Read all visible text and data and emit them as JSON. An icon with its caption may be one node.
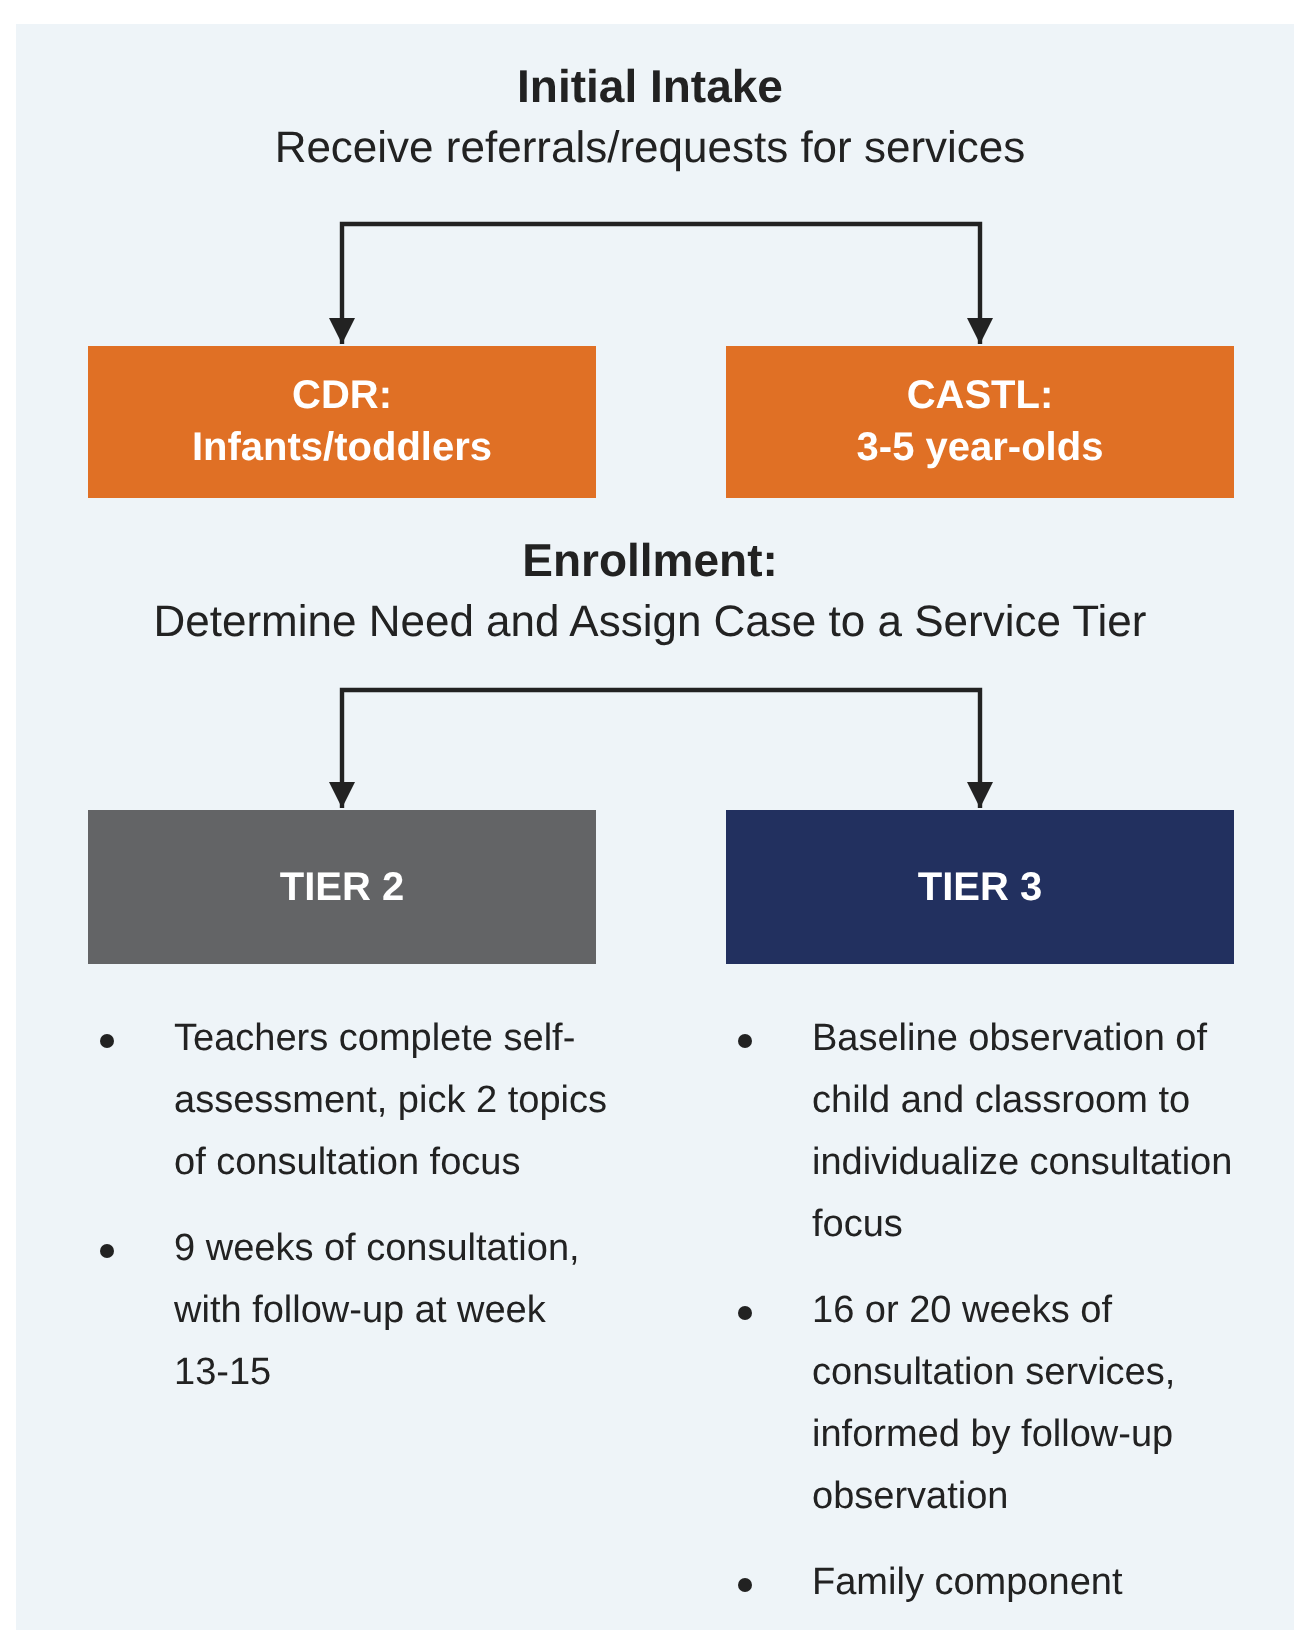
{
  "diagram": {
    "nodes": [
      {
        "text": [
          "Initial Intake",
          "Receive referrals/requests for services"
        ]
      },
      {
        "text": [
          "CDR:",
          "Infants/toddlers"
        ]
      },
      {
        "text": [
          "CASTL:",
          "3-5 year-olds"
        ]
      },
      {
        "text": [
          "Enrollment:",
          "Determine Need and Assign Case to a Service Tier"
        ]
      },
      {
        "text": [
          "TIER 2"
        ],
        "beside": [
          "Teachers complete self-assessment, pick 2 topics of consultation focus",
          "9 weeks of consultation, with follow-up at week 13-15"
        ]
      },
      {
        "text": [
          "TIER 3"
        ],
        "beside": [
          "Baseline observation of child and classroom to individualize consultation focus",
          "16 or 20 weeks of consultation services, informed by follow-up observation",
          "Family component"
        ]
      }
    ],
    "edges": [
      {
        "from": 0,
        "to": 1,
        "arrow": "to"
      },
      {
        "from": 0,
        "to": 2,
        "arrow": "to"
      },
      {
        "from": 3,
        "to": 4,
        "arrow": "to"
      },
      {
        "from": 3,
        "to": 5,
        "arrow": "to"
      }
    ]
  }
}
